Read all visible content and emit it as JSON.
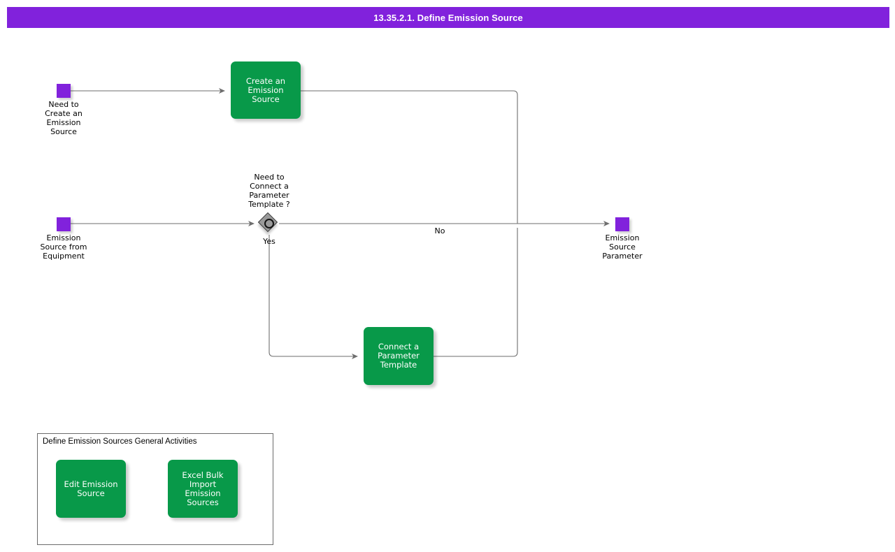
{
  "header": {
    "title": "13.35.2.1. Define Emission Source"
  },
  "colors": {
    "header_bar": "#8122DC",
    "event": "#8122DC",
    "task": "#089949",
    "gateway": "#9A9A9A",
    "connector": "#6E6E6E",
    "group_border": "#6B6B6B",
    "text_dark": "#000000",
    "text_light": "#FFFFFF"
  },
  "diagram": {
    "events": [
      {
        "id": "start-need-to-create",
        "type": "start-event",
        "label": "Need to\nCreate an\nEmission\nSource"
      },
      {
        "id": "start-emission-source-from-equipment",
        "type": "start-event",
        "label": "Emission\nSource from\nEquipment"
      },
      {
        "id": "end-emission-source-parameter",
        "type": "end-event",
        "label": "Emission\nSource\nParameter"
      }
    ],
    "tasks": [
      {
        "id": "create-an-emission-source",
        "label": "Create an\nEmission Source"
      },
      {
        "id": "connect-a-parameter-template",
        "label": "Connect a\nParameter\nTemplate"
      }
    ],
    "gateway": {
      "id": "need-to-connect-a-parameter-template",
      "type": "inclusive-gateway",
      "label": "Need to\nConnect a\nParameter\nTemplate ?"
    },
    "flow_labels": {
      "yes": "Yes",
      "no": "No"
    }
  },
  "group": {
    "title": "Define Emission Sources General Activities",
    "tasks": [
      {
        "id": "edit-emission-source",
        "label": "Edit Emission\nSource"
      },
      {
        "id": "excel-bulk-import-emission-sources",
        "label": "Excel Bulk\nImport Emission\nSources"
      }
    ]
  }
}
